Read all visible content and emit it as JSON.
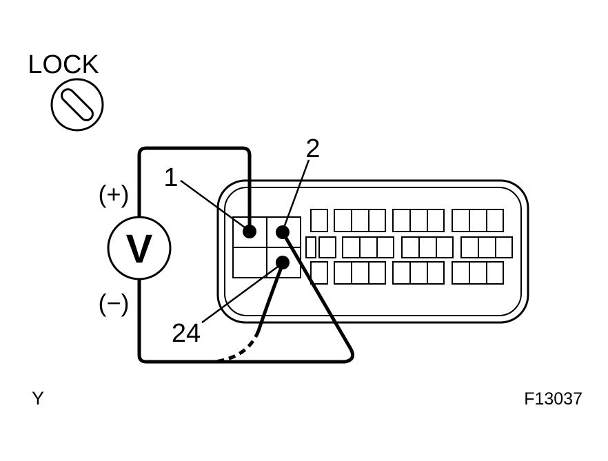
{
  "ignition": {
    "label": "LOCK",
    "icon": "ignition-key-icon"
  },
  "voltmeter": {
    "symbol": "V",
    "positive_label": "(+)",
    "negative_label": "(−)",
    "icon": "voltmeter-icon"
  },
  "connector": {
    "icon": "connector-icon",
    "terminals": [
      {
        "number": "1"
      },
      {
        "number": "2"
      },
      {
        "number": "24"
      }
    ]
  },
  "footer": {
    "left_code": "Y",
    "figure_id": "F13037"
  },
  "colors": {
    "ink": "#000000",
    "background": "#ffffff"
  }
}
